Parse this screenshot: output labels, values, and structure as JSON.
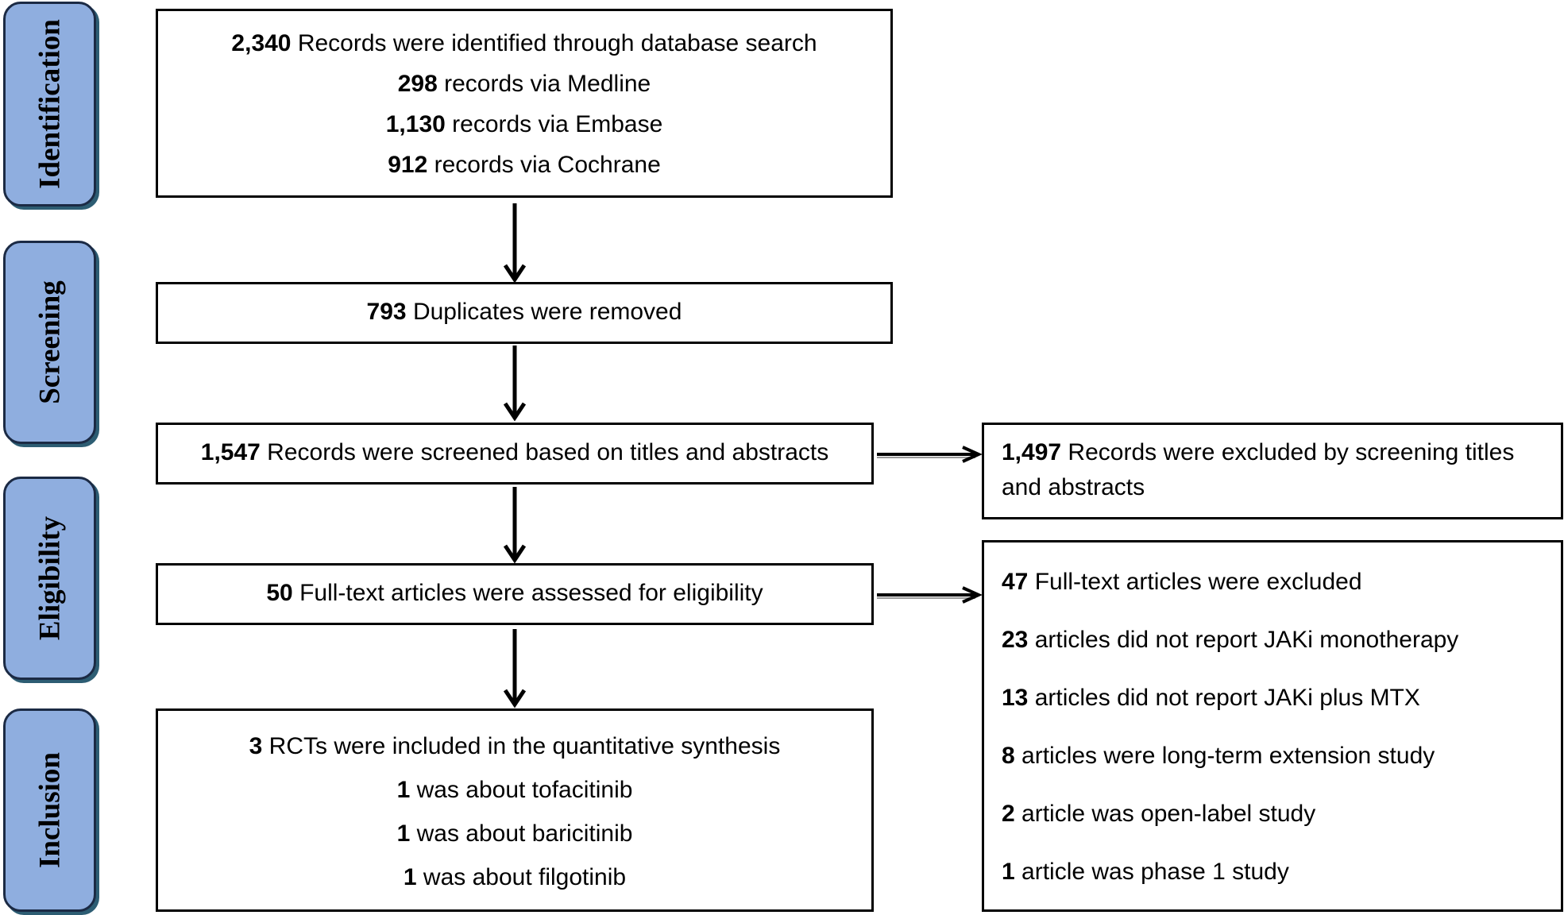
{
  "stages": [
    {
      "label": "Identification"
    },
    {
      "label": "Screening"
    },
    {
      "label": "Eligibility"
    },
    {
      "label": "Inclusion"
    }
  ],
  "identification_box": {
    "lines": [
      {
        "num": "2,340",
        "text": " Records were identified through database search"
      },
      {
        "num": "298",
        "text": " records via Medline"
      },
      {
        "num": "1,130",
        "text": " records via Embase"
      },
      {
        "num": "912",
        "text": " records via Cochrane"
      }
    ]
  },
  "duplicates_box": {
    "num": "793",
    "text": " Duplicates were removed"
  },
  "screened_box": {
    "num": "1,547",
    "text": " Records were screened based on titles and abstracts"
  },
  "excluded_screen_box": {
    "num": "1,497",
    "text1": " Records were excluded by screening titles",
    "text2": "and abstracts"
  },
  "fulltext_box": {
    "num": "50",
    "text": " Full-text articles were assessed for eligibility"
  },
  "excluded_fulltext_box": {
    "lines": [
      {
        "num": "47",
        "text": " Full-text articles were excluded"
      },
      {
        "num": "23",
        "text": " articles did not report JAKi monotherapy"
      },
      {
        "num": "13",
        "text": " articles did not report JAKi plus MTX"
      },
      {
        "num": "8",
        "text": " articles were long-term extension study"
      },
      {
        "num": "2",
        "text": " article was open-label study"
      },
      {
        "num": "1",
        "text": " article was phase 1 study"
      }
    ]
  },
  "inclusion_box": {
    "lines": [
      {
        "num": "3",
        "text": " RCTs were included in the quantitative synthesis"
      },
      {
        "num": "1",
        "text": " was about tofacitinib"
      },
      {
        "num": "1",
        "text": " was about baricitinib"
      },
      {
        "num": "1",
        "text": " was about filgotinib"
      }
    ]
  }
}
